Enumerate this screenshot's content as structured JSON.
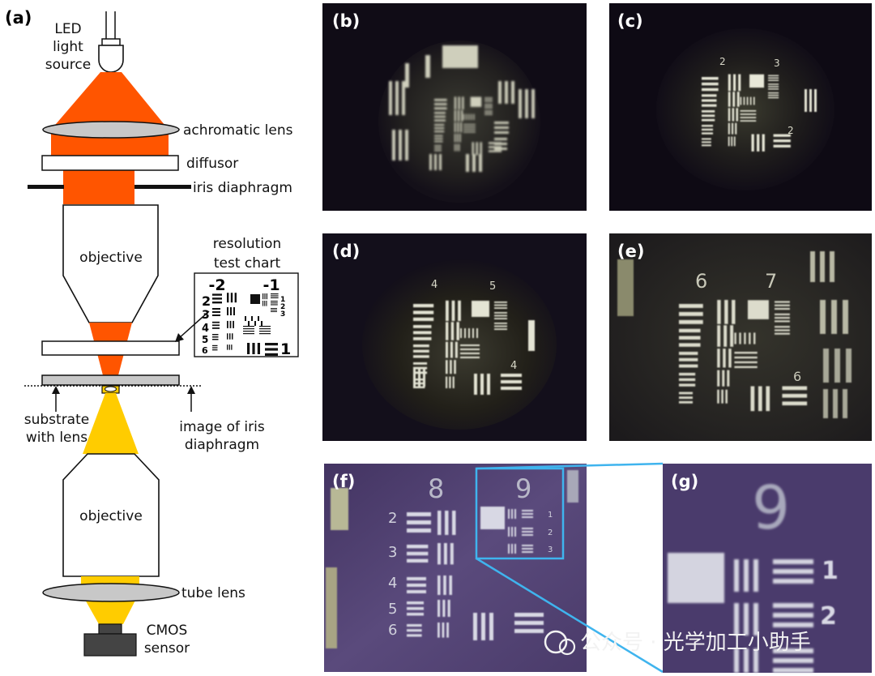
{
  "panels": {
    "a": "(a)",
    "b": "(b)",
    "c": "(c)",
    "d": "(d)",
    "e": "(e)",
    "f": "(f)",
    "g": "(g)"
  },
  "labels": {
    "led_line1": "LED",
    "led_line2": "light",
    "led_line3": "source",
    "achromatic_lens": "achromatic lens",
    "diffusor": "diffusor",
    "iris_diaphragm": "iris diaphragm",
    "objective_top": "objective",
    "objective_bottom": "objective",
    "resolution_line1": "resolution",
    "resolution_line2": "test chart",
    "substrate_line1": "substrate",
    "substrate_line2": "with lens",
    "image_iris_line1": "image of iris",
    "image_iris_line2": "diaphragm",
    "tube_lens": "tube lens",
    "cmos_line1": "CMOS",
    "cmos_line2": "sensor"
  },
  "test_chart": {
    "group_left": "-2",
    "group_right": "-1",
    "elements_left": [
      "2",
      "3",
      "4",
      "5",
      "6"
    ],
    "elements_right": [
      "1",
      "2",
      "3"
    ],
    "element_bottom": "1"
  },
  "photo_numbers": {
    "c": [
      "2",
      "3",
      "2"
    ],
    "d": [
      "4",
      "5",
      "4"
    ],
    "e": [
      "6",
      "7",
      "6"
    ],
    "f_left": [
      "2",
      "3",
      "4",
      "5",
      "6"
    ],
    "f_top": [
      "8",
      "9"
    ],
    "f_right": [
      "1",
      "2",
      "3"
    ],
    "g_top": "9",
    "g_right": [
      "1",
      "2"
    ]
  },
  "watermark": "公众号 · 光学加工小助手",
  "colors": {
    "orange_beam": "#ff5500",
    "yellow_beam": "#ffcc00",
    "lens_gray": "#c8c8c8",
    "zoom_line": "#3fb4ee",
    "photo_dark": "#14101c",
    "photo_purple": "#4e3e72"
  }
}
